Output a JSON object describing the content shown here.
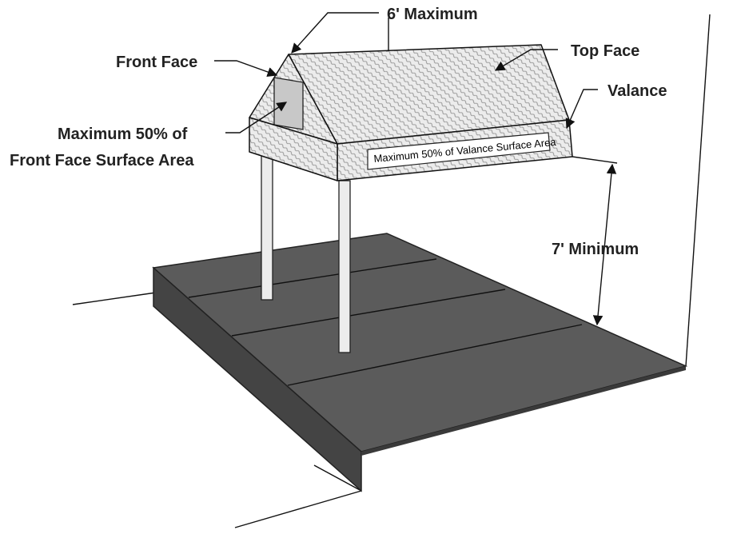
{
  "labels": {
    "six_max": "6' Maximum",
    "front_face": "Front Face",
    "top_face": "Top Face",
    "valance": "Valance",
    "max50_front_line1": "Maximum 50% of",
    "max50_front_line2": "Front Face Surface Area",
    "seven_min": "7' Minimum"
  },
  "valance_sign": "Maximum 50% of Valance Surface Area",
  "colors": {
    "ground": "#5b5b5b",
    "ground_edge": "#3a3a3a",
    "curb": "#4a4a4a",
    "canopy_hatch": "#d4d4d4",
    "front_panel": "#c8c8c8",
    "post": "#ececec",
    "text": "#222222"
  }
}
